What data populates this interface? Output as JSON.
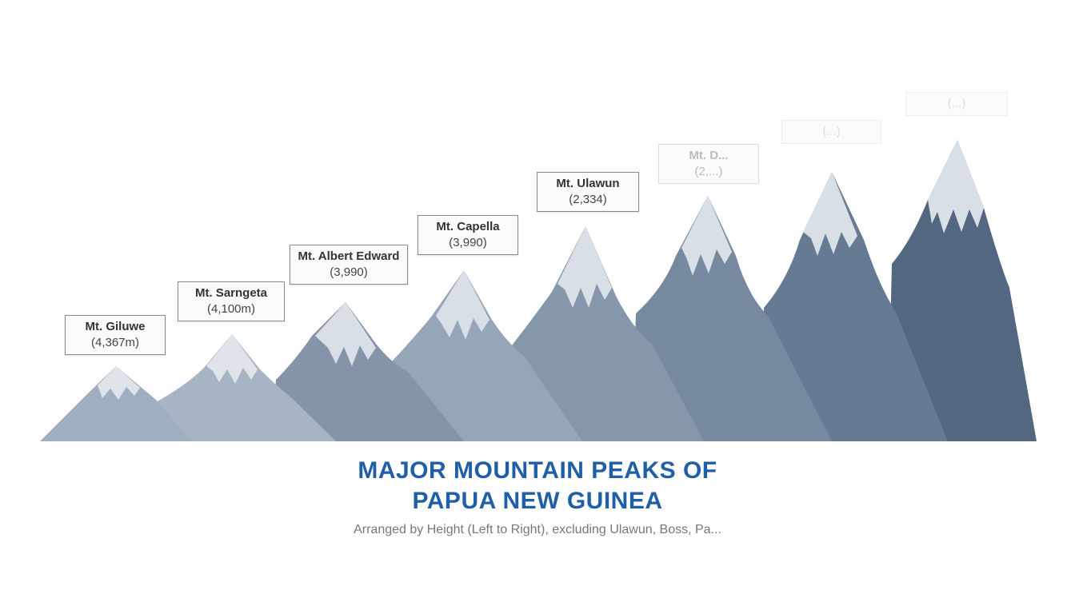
{
  "title_line1": "MAJOR MOUNTAIN PEAKS OF",
  "title_line2": "PAPUA NEW GUINEA",
  "subtitle": "Arranged by Height (Left to Right), excluding Ulawun, Boss, Pa...",
  "peaks": [
    {
      "name": "Mt. Giluwe",
      "height": "(4,367m)"
    },
    {
      "name": "Mt. Sarngeta",
      "height": "(4,100m)"
    },
    {
      "name": "Mt. Albert Edward",
      "height": "(3,990)"
    },
    {
      "name": "Mt. Capella",
      "height": "(3,990)"
    },
    {
      "name": "Mt. Ulawun",
      "height": "(2,334)"
    },
    {
      "name": "Mt. D...",
      "height": "(2,...)"
    },
    {
      "name": "",
      "height": "(...)"
    },
    {
      "name": "",
      "height": "(...)"
    }
  ],
  "colors": {
    "title": "#1f5fa8",
    "mountain_light": "#a9b6c6",
    "mountain_dark": "#4d6078",
    "snow": "#dde3ea"
  }
}
